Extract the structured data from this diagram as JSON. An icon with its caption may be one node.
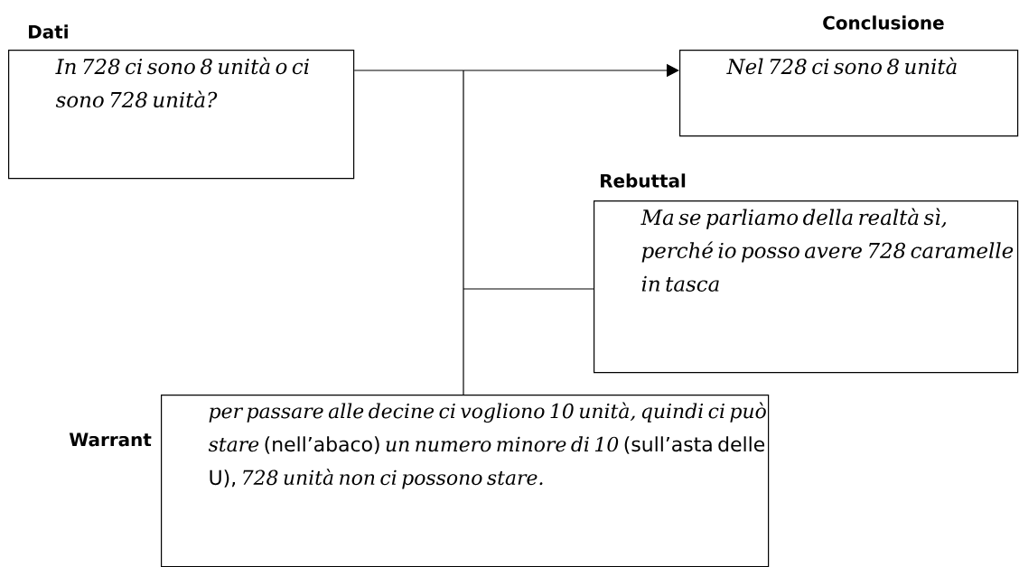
{
  "diagram": {
    "nodes": [
      {
        "text": [
          "Dati",
          "In 728 ci sono 8 unità o ci sono 728 unità?"
        ]
      },
      {
        "text": [
          "Conclusione",
          "Nel 728 ci sono 8 unità"
        ]
      },
      {
        "text": [
          "Rebuttal",
          "Ma se parliamo della realtà sì, perché io posso avere 728 caramelle in tasca"
        ]
      },
      {
        "text": [
          "Warrant",
          "*per passare alle decine ci vogliono 10 unità, quindi ci può stare* (nell’abaco) *un numero minore di 10* (sull’asta delle U), *728 unità non ci possono stare.*"
        ]
      }
    ],
    "edges": [
      {
        "from": 0,
        "to": 1,
        "arrow": "to"
      },
      {
        "from": 2,
        "to": null,
        "arrow": "none"
      },
      {
        "from": 3,
        "to": null,
        "arrow": "none"
      }
    ]
  }
}
